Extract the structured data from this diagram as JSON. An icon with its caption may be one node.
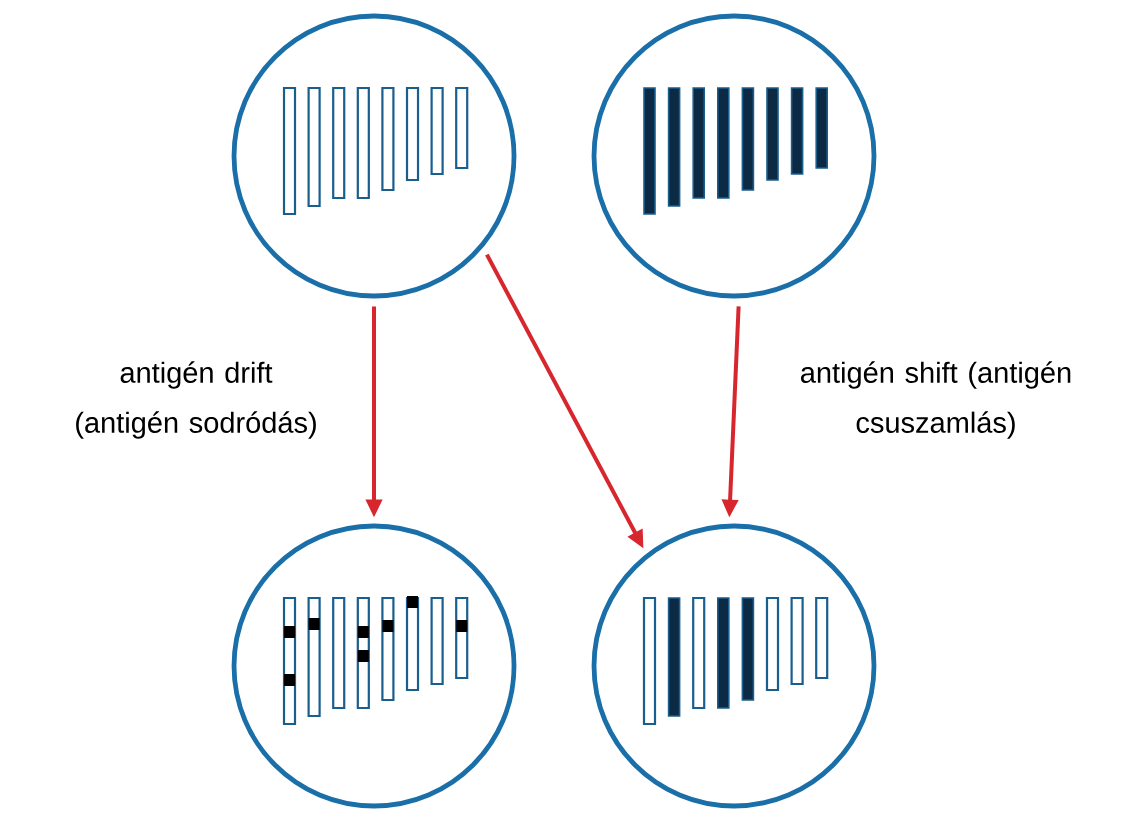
{
  "diagram": {
    "nodes": [
      {
        "text": [],
        "shape": "circle"
      },
      {
        "text": [],
        "shape": "circle"
      },
      {
        "text": [],
        "shape": "circle"
      },
      {
        "text": [],
        "shape": "circle"
      }
    ],
    "edges": [
      {
        "from": 0,
        "to": 2,
        "arrow": "to",
        "label": "antigén drift (antigén sodródás)"
      },
      {
        "from": 0,
        "to": 3,
        "arrow": "to"
      },
      {
        "from": 1,
        "to": 3,
        "arrow": "to",
        "label": "antigén shift (antigén csuszamlás)"
      }
    ]
  }
}
